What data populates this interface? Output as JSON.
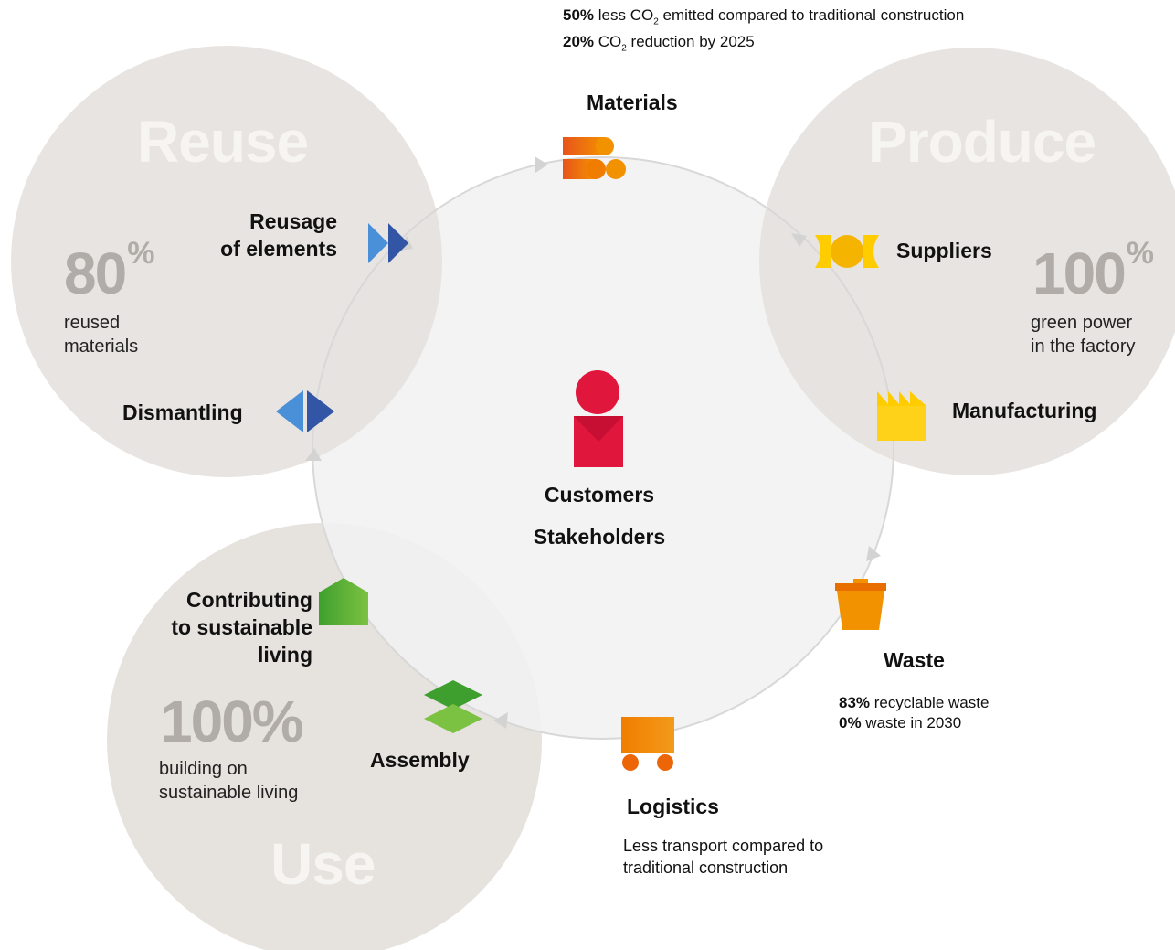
{
  "phases": {
    "reuse": {
      "title": "Reuse",
      "percent": "80",
      "percent_sign": "%",
      "caption_line1": "reused",
      "caption_line2": "materials"
    },
    "produce": {
      "title": "Produce",
      "percent": "100",
      "percent_sign": "%",
      "caption_line1": "green power",
      "caption_line2": "in the factory"
    },
    "use": {
      "title": "Use",
      "percent": "100%",
      "caption_line1": "building on",
      "caption_line2": "sustainable living"
    }
  },
  "center": {
    "line1": "Customers",
    "line2": "Stakeholders"
  },
  "steps": {
    "materials": "Materials",
    "suppliers": "Suppliers",
    "manufacturing": "Manufacturing",
    "waste": "Waste",
    "logistics": "Logistics",
    "assembly": "Assembly",
    "contributing_line1": "Contributing",
    "contributing_line2": "to sustainable",
    "contributing_line3": "living",
    "dismantling": "Dismantling",
    "reusage_line1": "Reusage",
    "reusage_line2": "of elements"
  },
  "stats": {
    "materials_1_bold": "50%",
    "materials_1_pre": " less CO",
    "materials_1_sub": "2",
    "materials_1_post": " emitted compared to traditional construction",
    "materials_2_bold": "20%",
    "materials_2_pre": " CO",
    "materials_2_sub": "2",
    "materials_2_post": " reduction by 2025",
    "waste_1_bold": "83%",
    "waste_1_text": " recyclable waste",
    "waste_2_bold": "0%",
    "waste_2_text": " waste in 2030",
    "logistics_line1": "Less transport compared to",
    "logistics_line2": "traditional construction"
  },
  "colors": {
    "phase_circle": "#e6e2de",
    "inner_circle": "#f2f2f2",
    "cycle_line": "#d8d8d8",
    "customer_red": "#e1163c",
    "materials_orange": "#f07d00",
    "suppliers_yellow": "#ffcc00",
    "reuse_blue": "#4a7fd0",
    "use_green": "#5aac2a"
  },
  "icons": [
    "materials-icon",
    "suppliers-icon",
    "manufacturing-icon",
    "waste-icon",
    "logistics-icon",
    "assembly-icon",
    "house-icon",
    "dismantling-icon",
    "reusage-icon",
    "customer-icon"
  ]
}
